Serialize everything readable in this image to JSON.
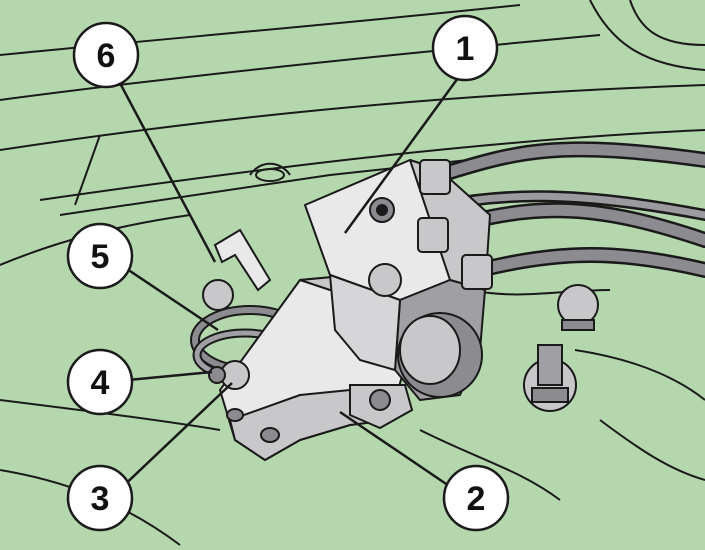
{
  "colors": {
    "background": "#b5d7ad",
    "part_fill": "#e9e9ea",
    "part_shade": "#c8c8ca",
    "part_dark": "#8c8c90",
    "line": "#1a1a1a",
    "callout_fill": "#ffffff"
  },
  "callouts": [
    {
      "id": "1",
      "label": "1"
    },
    {
      "id": "2",
      "label": "2"
    },
    {
      "id": "3",
      "label": "3"
    },
    {
      "id": "4",
      "label": "4"
    },
    {
      "id": "5",
      "label": "5"
    },
    {
      "id": "6",
      "label": "6"
    }
  ]
}
